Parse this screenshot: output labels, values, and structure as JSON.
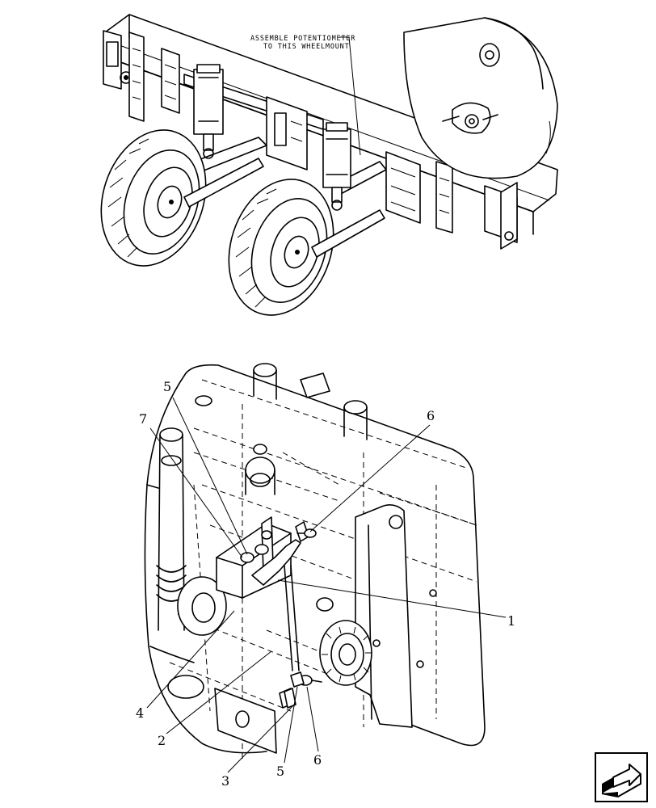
{
  "top_view": {
    "annotation_line1": "ASSEMBLE POTENTIOMETER",
    "annotation_line2": "TO THIS WHEELMOUNT"
  },
  "detail_view": {
    "callouts": [
      {
        "id": "callout-1",
        "label": "1"
      },
      {
        "id": "callout-2",
        "label": "2"
      },
      {
        "id": "callout-3",
        "label": "3"
      },
      {
        "id": "callout-4",
        "label": "4"
      },
      {
        "id": "callout-5-top",
        "label": "5"
      },
      {
        "id": "callout-5-bottom",
        "label": "5"
      },
      {
        "id": "callout-6-top",
        "label": "6"
      },
      {
        "id": "callout-6-bottom",
        "label": "6"
      },
      {
        "id": "callout-7",
        "label": "7"
      }
    ]
  },
  "navigation": {
    "icon": "return-arrow-icon"
  }
}
